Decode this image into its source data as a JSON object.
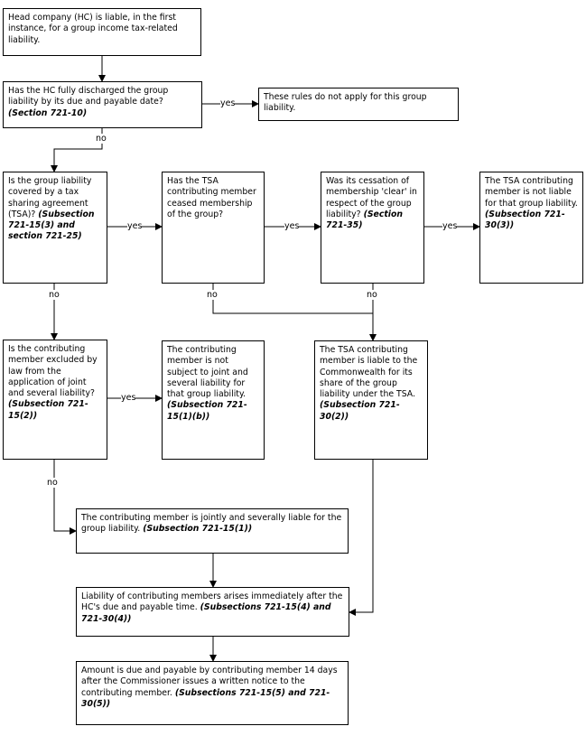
{
  "nodes": {
    "n1": {
      "text": "Head company (HC) is liable, in the first instance, for a group income tax-related liability.",
      "ref": ""
    },
    "n2": {
      "text": "Has the HC fully discharged the group liability by its due and payable date?",
      "ref": "(Section 721-10)"
    },
    "n3": {
      "text": "These rules do not apply for this group liability.",
      "ref": ""
    },
    "n4": {
      "text": "Is the group liability covered by a tax sharing agreement (TSA)?",
      "ref": "(Subsection 721-15(3) and section 721-25)"
    },
    "n5": {
      "text": "Has the TSA contributing member ceased membership of the group?",
      "ref": ""
    },
    "n6": {
      "text": "Was its cessation of membership 'clear' in respect of the group liability?",
      "ref": "(Section 721-35)"
    },
    "n7": {
      "text": "The TSA contributing member is not liable for that group liability.",
      "ref": "(Subsection 721-30(3))"
    },
    "n8": {
      "text": "Is the contributing member excluded by law from the application of joint and several liability?",
      "ref": "(Subsection 721-15(2))"
    },
    "n9": {
      "text": "The contributing member is not subject to joint and several liability for that group liability.",
      "ref": "(Subsection 721-15(1)(b))"
    },
    "n10": {
      "text": "The TSA contributing member is liable to the Commonwealth for its share of the group liability under the TSA.",
      "ref": "(Subsection 721-30(2))"
    },
    "n11": {
      "text": "The contributing member is jointly and severally liable for the group liability.",
      "ref": "(Subsection 721-15(1))"
    },
    "n12": {
      "text": "Liability of contributing members arises immediately after the HC's due and payable time.",
      "ref": "(Subsections 721-15(4) and 721-30(4))"
    },
    "n13": {
      "text": "Amount is due and payable by contributing member 14 days after the Commissioner issues a written notice to the contributing member.",
      "ref": "(Subsections 721-15(5) and 721-30(5))"
    }
  },
  "labels": {
    "yes": "yes",
    "no": "no"
  }
}
